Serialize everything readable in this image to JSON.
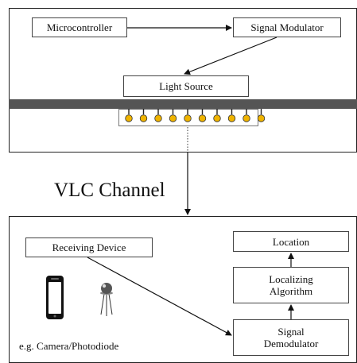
{
  "transmitter": {
    "microcontroller": "Microcontroller",
    "signal_modulator": "Signal Modulator",
    "light_source": "Light Source"
  },
  "channel": {
    "label": "VLC Channel"
  },
  "receiver": {
    "receiving_device": "Receiving Device",
    "example_caption": "e.g. Camera/Photodiode",
    "signal_demodulator_line1": "Signal",
    "signal_demodulator_line2": "Demodulator",
    "localizing_algorithm_line1": "Localizing",
    "localizing_algorithm_line2": "Algorithm",
    "location": "Location"
  },
  "led_count": 10,
  "colors": {
    "led_fill": "#f0b400",
    "mounting_bar": "#555555"
  }
}
